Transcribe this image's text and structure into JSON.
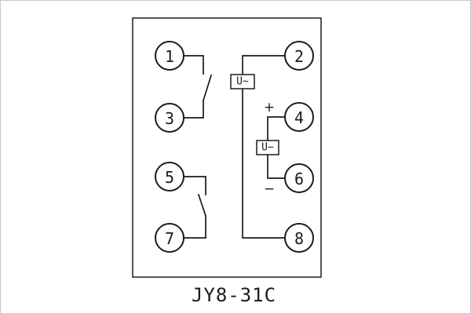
{
  "diagram": {
    "model_label": "JY8-31C",
    "terminals": [
      "1",
      "2",
      "3",
      "4",
      "5",
      "6",
      "7",
      "8"
    ],
    "blocks": {
      "ac": "U~",
      "dc": "U−"
    },
    "polarity": {
      "plus": "+",
      "minus": "−"
    },
    "colors": {
      "line": "#1b1b1b",
      "background": "#ffffff",
      "frame": "#c9c9c9"
    }
  }
}
